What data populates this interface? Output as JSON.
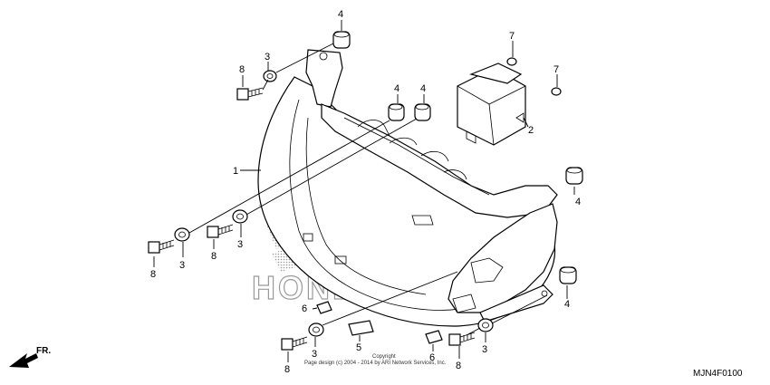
{
  "callouts": {
    "c1": "1",
    "c2": "2",
    "c3a": "3",
    "c3b": "3",
    "c3c": "3",
    "c3d": "3",
    "c3e": "3",
    "c4a": "4",
    "c4b": "4",
    "c4c": "4",
    "c4d": "4",
    "c4e": "4",
    "c5": "5",
    "c6a": "6",
    "c6b": "6",
    "c7a": "7",
    "c7b": "7",
    "c8a": "8",
    "c8b": "8",
    "c8c": "8",
    "c8d": "8",
    "c8e": "8"
  },
  "watermark": {
    "brand": "HONDA"
  },
  "copyright": {
    "line1": "Copyright",
    "line2": "Page design (c) 2004 - 2014 by ARI Network Services, Inc."
  },
  "direction": {
    "label": "FR."
  },
  "diagram_code": "MJN4F0100"
}
